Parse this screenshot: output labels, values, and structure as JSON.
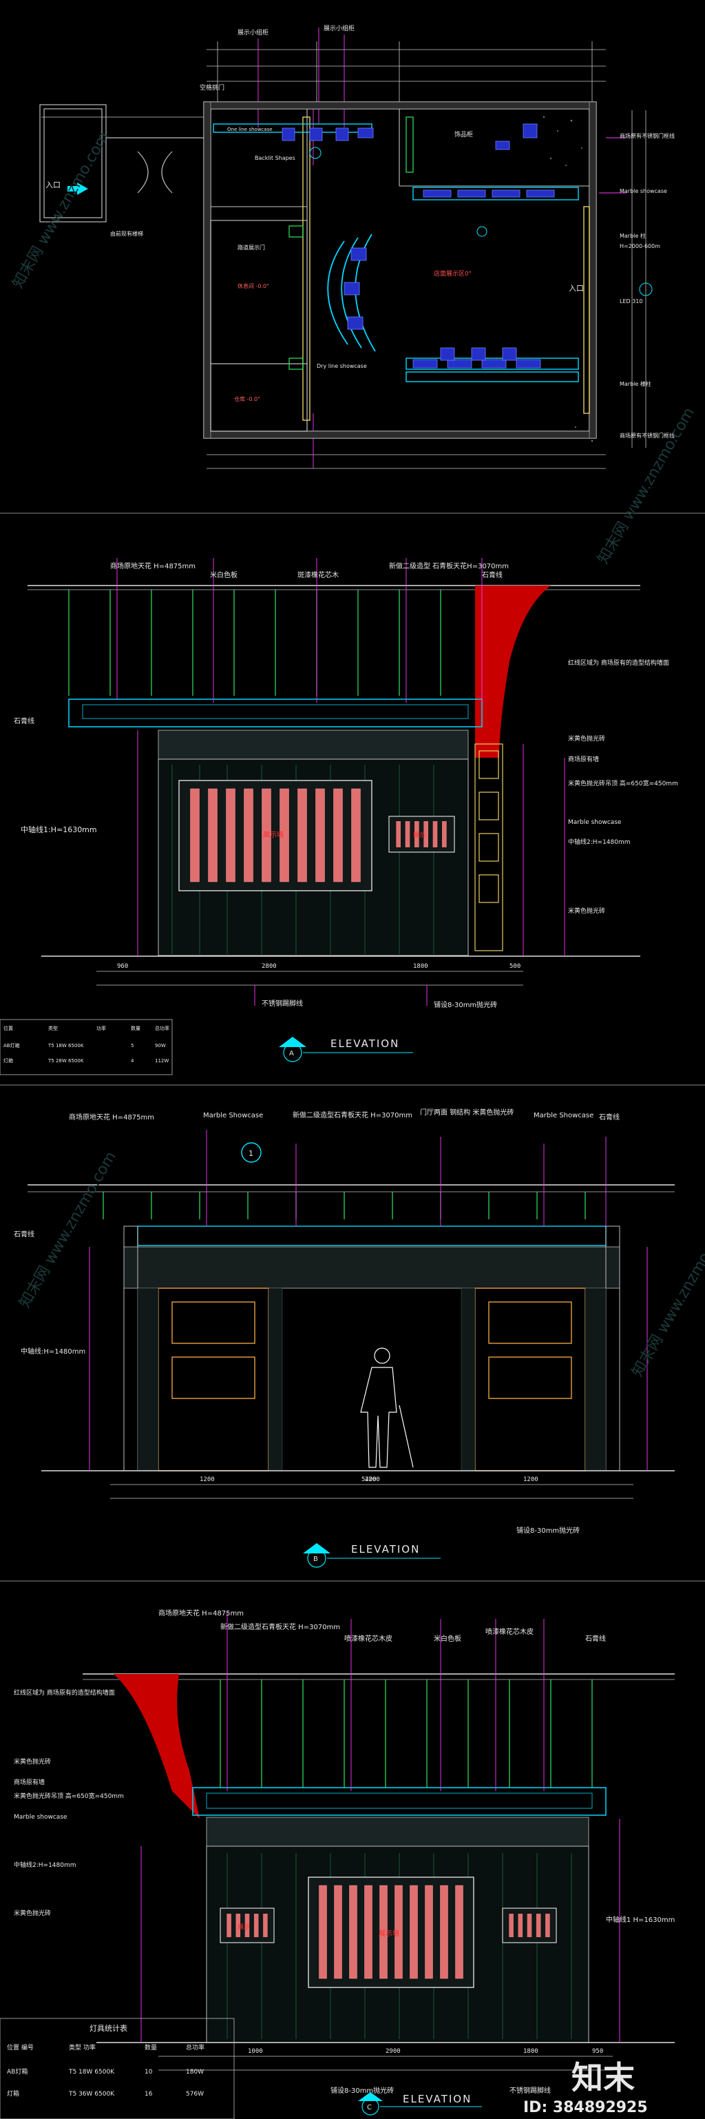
{
  "watermark": {
    "text": "知末网 www.znzmo.com",
    "logo": "知末",
    "id": "ID: 384892925"
  },
  "plan": {
    "top_labels": [
      "展示小组柜",
      "展示小组柜"
    ],
    "label_door_top": "空格挑门",
    "labels": {
      "one_line": "One line showcase",
      "backlit": "Backlit Shapes",
      "zone_mid_left": "路道展示门",
      "zone_office": "休息间 -0.0\"",
      "zone_store": "仓库 -0.0\"",
      "zone_drylines": "Dry line showcase",
      "zone_main": "店面展示区0\"",
      "zone_topright": "饰品柜",
      "entrance_left": "入口",
      "entrance_right": "入口",
      "left_note": "由前现有楼梯"
    },
    "right_notes": [
      "商场原有不锈钢门框线",
      "Marble showcase",
      "Marble 柱",
      "H=2000-600m",
      "LED 310",
      "Marble 楼柱",
      "商场原有不锈钢门框线"
    ]
  },
  "elev_a": {
    "title": "ELEVATION",
    "marker": "A",
    "top_labels": [
      "商场原地天花 H=4875mm",
      "米白色板",
      "斑漆橡花芯木",
      "新做二级造型 石青板天花H=3070mm",
      "石膏线"
    ],
    "left_labels": [
      "石膏线",
      "中轴线1:H=1630mm"
    ],
    "right_labels": [
      "红线区域为 商场原有的造型结构墙面",
      "米黄色抛光砖",
      "商场原有墙",
      "米黄色抛光砖吊顶 高=650宽=450mm",
      "Marble showcase",
      "中轴线2:H=1480mm",
      "米黄色抛光砖"
    ],
    "center_text": "展示墙",
    "side_text": "展示",
    "dims": [
      "960",
      "2800",
      "1800",
      "500"
    ],
    "bottom_labels": [
      "不锈钢踢脚线",
      "铺设8-30mm抛光砖"
    ],
    "table": {
      "headers": [
        "位置",
        "类型",
        "功率",
        "数量",
        "总功率"
      ],
      "rows": [
        [
          "AB灯箱",
          "T5 18W 6500K",
          "5",
          "90W"
        ],
        [
          "灯箱",
          "T5 28W 6500K",
          "4",
          "112W"
        ]
      ]
    }
  },
  "elev_b": {
    "title": "ELEVATION",
    "marker": "B",
    "top_labels": [
      "商场原地天花 H=4875mm",
      "Marble Showcase",
      "新做二级造型石青板天花 H=3070mm",
      "门厅两面 钢结构 米黄色抛光砖",
      "Marble Showcase",
      "石膏线"
    ],
    "left_labels": [
      "石膏线",
      "中轴线:H=1480mm"
    ],
    "dims": [
      "1200",
      "2200",
      "1200",
      "5400"
    ],
    "bottom_label": "铺设8-30mm抛光砖",
    "callout": "1"
  },
  "elev_c": {
    "title": "ELEVATION",
    "marker": "C",
    "top_labels": [
      "商场原地天花 H=4875mm",
      "新做二级造型石青板天花 H=3070mm",
      "喷漆橡花芯木皮",
      "米白色板",
      "喷漆橡花芯木皮",
      "石膏线"
    ],
    "left_labels": [
      "红线区域为 商场原有的造型结构墙面",
      "米黄色抛光砖",
      "商场原有墙",
      "米黄色抛光砖吊顶 高=650宽=450mm",
      "Marble showcase",
      "中轴线2:H=1480mm",
      "米黄色抛光砖"
    ],
    "right_labels": [
      "中轴线1 H=1630mm"
    ],
    "center_text": "展示墙",
    "side_text": "展示",
    "dims": [
      "1000",
      "2900",
      "1800",
      "950"
    ],
    "bottom_labels": [
      "铺设8-30mm抛光砖",
      "不锈钢踢脚线"
    ],
    "table": {
      "title": "灯具统计表",
      "headers": [
        "位置 编号",
        "类型  功率",
        "数量",
        "总功率"
      ],
      "rows": [
        [
          "AB灯箱",
          "T5 18W 6500K",
          "10",
          "180W"
        ],
        [
          "灯箱",
          "T5 36W 6500K",
          "16",
          "576W"
        ]
      ]
    }
  }
}
